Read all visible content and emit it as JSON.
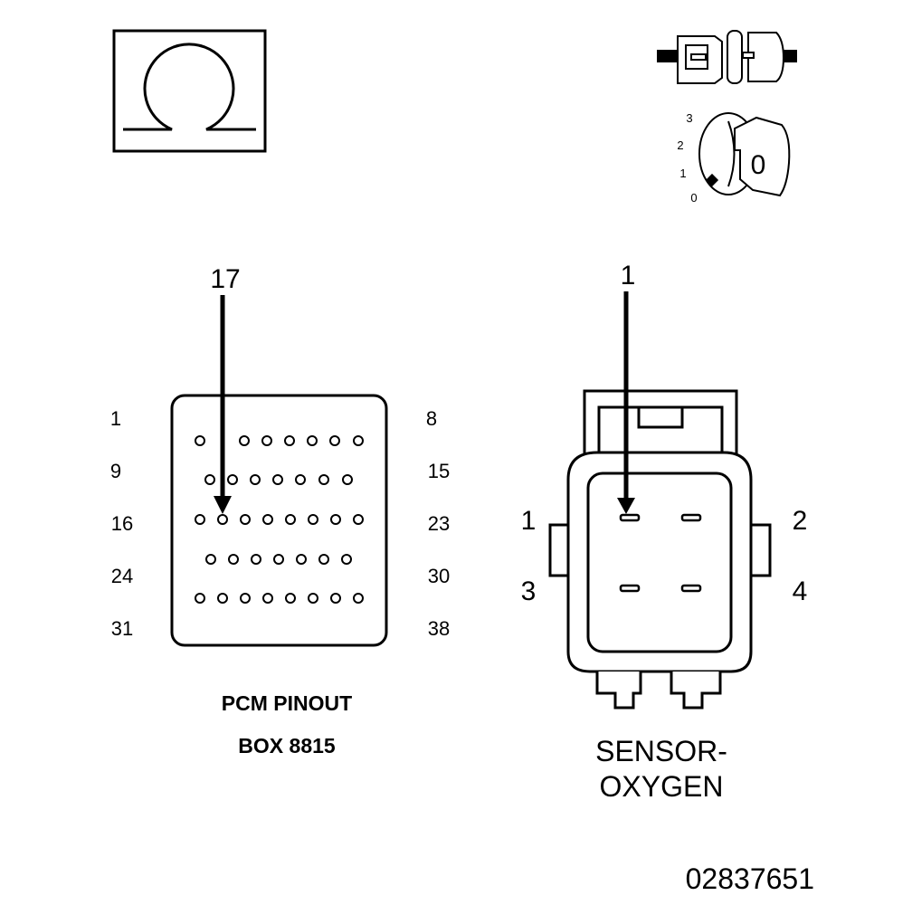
{
  "ohmmeter": {
    "symbol": "Ω"
  },
  "ignition": {
    "key_label": "0",
    "positions": [
      "3",
      "2",
      "1",
      "0"
    ]
  },
  "pcm": {
    "callout": "17",
    "left_labels": [
      "1",
      "9",
      "16",
      "24",
      "31"
    ],
    "right_labels": [
      "8",
      "15",
      "23",
      "30",
      "38"
    ],
    "caption_line1": "PCM PINOUT",
    "caption_line2": "BOX 8815"
  },
  "sensor": {
    "callout": "1",
    "pin_labels": [
      "1",
      "2",
      "3",
      "4"
    ],
    "caption_line1": "SENSOR-",
    "caption_line2": "OXYGEN"
  },
  "figure_id": "02837651"
}
